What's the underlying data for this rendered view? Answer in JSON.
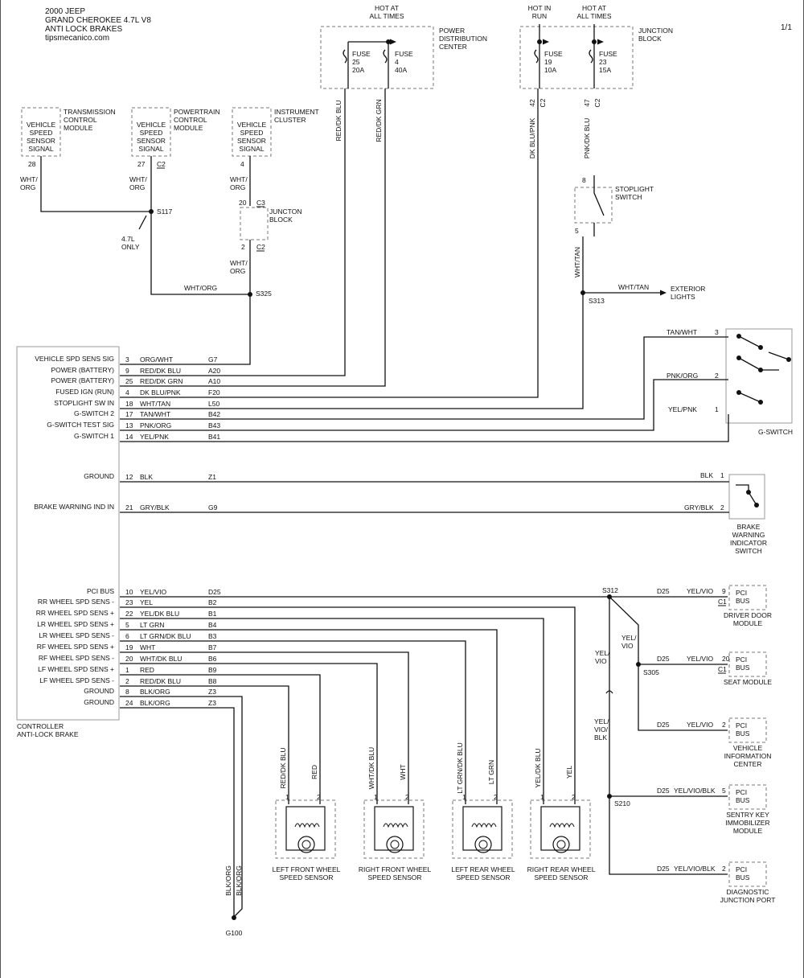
{
  "header": {
    "line1": "2000 JEEP",
    "line2": "GRAND CHEROKEE  4.7L  V8",
    "line3": "ANTI LOCK BRAKES",
    "site": "tipsmecanico.com",
    "page": "1/1"
  },
  "power": {
    "pdc_hot": [
      "HOT AT",
      "ALL TIMES"
    ],
    "pdc_name": [
      "POWER",
      "DISTRIBUTION",
      "CENTER"
    ],
    "fuse25": [
      "FUSE",
      "25",
      "20A"
    ],
    "fuse4": [
      "FUSE",
      "4",
      "40A"
    ],
    "jb_hot_run": [
      "HOT IN",
      "RUN"
    ],
    "jb_hot_all": [
      "HOT AT",
      "ALL TIMES"
    ],
    "jb_name": [
      "JUNCTION",
      "BLOCK"
    ],
    "fuse19": [
      "FUSE",
      "19",
      "10A"
    ],
    "fuse23": [
      "FUSE",
      "23",
      "15A"
    ],
    "pin42": "42",
    "pin47": "47",
    "c2": "C2",
    "wire_red_dkblu": "RED/DK BLU",
    "wire_red_dkgrn": "RED/DK GRN",
    "wire_dkblu_pnk": "DK BLU/PNK",
    "wire_pnk_dkblu": "PNK/DK BLU"
  },
  "vss": {
    "tcm": {
      "box": [
        "VEHICLE",
        "SPEED",
        "SENSOR",
        "SIGNAL"
      ],
      "name": [
        "TRANSMISSION",
        "CONTROL",
        "MODULE"
      ],
      "pin": "28",
      "wire": [
        "WHT/",
        "ORG"
      ]
    },
    "pcm": {
      "box": [
        "VEHICLE",
        "SPEED",
        "SENSOR",
        "SIGNAL"
      ],
      "name": [
        "POWERTRAIN",
        "CONTROL",
        "MODULE"
      ],
      "pin": "27",
      "conn": "C2",
      "wire": [
        "WHT/",
        "ORG"
      ]
    },
    "ic": {
      "box": [
        "VEHICLE",
        "SPEED",
        "SENSOR",
        "SIGNAL"
      ],
      "name": [
        "INSTRUMENT",
        "CLUSTER"
      ],
      "pin": "4",
      "wire": [
        "WHT/",
        "ORG"
      ]
    },
    "s117": "S117",
    "only": [
      "4.7L",
      "ONLY"
    ],
    "jb": {
      "name": [
        "JUNCTON",
        "BLOCK"
      ],
      "pin_top": "20",
      "c3": "C3",
      "pin_bot": "2",
      "c2": "C2",
      "wire": [
        "WHT/",
        "ORG"
      ]
    },
    "wht_org": "WHT/ORG",
    "s325": "S325"
  },
  "stoplight": {
    "pin8": "8",
    "pin5": "5",
    "name": [
      "STOPLIGHT",
      "SWITCH"
    ],
    "wire": "WHT/TAN",
    "s313": "S313",
    "ext_wire": "WHT/TAN",
    "ext": [
      "EXTERIOR",
      "LIGHTS"
    ]
  },
  "controller": {
    "name": [
      "CONTROLLER",
      "ANTI-LOCK BRAKE"
    ],
    "rows": [
      {
        "label": "VEHICLE SPD SENS SIG",
        "pin": "3",
        "wire": "ORG/WHT",
        "circ": "G7"
      },
      {
        "label": "POWER (BATTERY)",
        "pin": "9",
        "wire": "RED/DK BLU",
        "circ": "A20"
      },
      {
        "label": "POWER (BATTERY)",
        "pin": "25",
        "wire": "RED/DK GRN",
        "circ": "A10"
      },
      {
        "label": "FUSED IGN (RUN)",
        "pin": "4",
        "wire": "DK BLU/PNK",
        "circ": "F20"
      },
      {
        "label": "STOPLIGHT SW IN",
        "pin": "18",
        "wire": "WHT/TAN",
        "circ": "L50"
      },
      {
        "label": "G-SWITCH 2",
        "pin": "17",
        "wire": "TAN/WHT",
        "circ": "B42"
      },
      {
        "label": "G-SWITCH TEST SIG",
        "pin": "13",
        "wire": "PNK/ORG",
        "circ": "B43"
      },
      {
        "label": "G-SWITCH 1",
        "pin": "14",
        "wire": "YEL/PNK",
        "circ": "B41"
      },
      {
        "label": "GROUND",
        "pin": "12",
        "wire": "BLK",
        "circ": "Z1"
      },
      {
        "label": "BRAKE WARNING IND IN",
        "pin": "21",
        "wire": "GRY/BLK",
        "circ": "G9"
      },
      {
        "label": "PCI BUS",
        "pin": "10",
        "wire": "YEL/VIO",
        "circ": "D25"
      },
      {
        "label": "RR WHEEL SPD SENS -",
        "pin": "23",
        "wire": "YEL",
        "circ": "B2"
      },
      {
        "label": "RR WHEEL SPD SENS +",
        "pin": "22",
        "wire": "YEL/DK BLU",
        "circ": "B1"
      },
      {
        "label": "LR WHEEL SPD SENS +",
        "pin": "5",
        "wire": "LT GRN",
        "circ": "B4"
      },
      {
        "label": "LR WHEEL SPD SENS -",
        "pin": "6",
        "wire": "LT GRN/DK BLU",
        "circ": "B3"
      },
      {
        "label": "RF WHEEL SPD SENS +",
        "pin": "19",
        "wire": "WHT",
        "circ": "B7"
      },
      {
        "label": "RF WHEEL SPD SENS -",
        "pin": "20",
        "wire": "WHT/DK BLU",
        "circ": "B6"
      },
      {
        "label": "LF WHEEL SPD SENS +",
        "pin": "1",
        "wire": "RED",
        "circ": "B9"
      },
      {
        "label": "LF WHEEL SPD SENS -",
        "pin": "2",
        "wire": "RED/DK BLU",
        "circ": "B8"
      },
      {
        "label": "GROUND",
        "pin": "8",
        "wire": "BLK/ORG",
        "circ": "Z3"
      },
      {
        "label": "GROUND",
        "pin": "24",
        "wire": "BLK/ORG",
        "circ": "Z3"
      }
    ]
  },
  "gswitch": {
    "name": "G-SWITCH",
    "w3": "TAN/WHT",
    "p3": "3",
    "w2": "PNK/ORG",
    "p2": "2",
    "w1": "YEL/PNK",
    "p1": "1"
  },
  "bwis": {
    "name": [
      "BRAKE",
      "WARNING",
      "INDICATOR",
      "SWITCH"
    ],
    "w1": "BLK",
    "p1": "1",
    "w2": "GRY/BLK",
    "p2": "2"
  },
  "pci": {
    "s312": "S312",
    "s305": "S305",
    "s210": "S210",
    "yel_vio_a": [
      "YEL/",
      "VIO"
    ],
    "yel_vio_b": [
      "YEL/",
      "VIO"
    ],
    "yel_vio_blk": [
      "YEL/",
      "VIO/",
      "BLK"
    ],
    "dd": {
      "circ": "D25",
      "wire": "YEL/VIO",
      "pin": "9",
      "box": [
        "PCI",
        "BUS"
      ],
      "conn": "C1",
      "name": [
        "DRIVER DOOR",
        "MODULE"
      ]
    },
    "seat": {
      "circ": "D25",
      "wire": "YEL/VIO",
      "pin": "20",
      "box": [
        "PCI",
        "BUS"
      ],
      "conn": "C1",
      "name": [
        "SEAT MODULE"
      ]
    },
    "vic": {
      "circ": "D25",
      "wire": "YEL/VIO",
      "pin": "2",
      "box": [
        "PCI",
        "BUS"
      ],
      "name": [
        "VEHICLE",
        "INFORMATION",
        "CENTER"
      ]
    },
    "skim": {
      "circ": "D25",
      "wire": "YEL/VIO/BLK",
      "pin": "5",
      "box": [
        "PCI",
        "BUS"
      ],
      "name": [
        "SENTRY KEY",
        "IMMOBILIZER",
        "MODULE"
      ]
    },
    "djp": {
      "circ": "D25",
      "wire": "YEL/VIO/BLK",
      "pin": "2",
      "box": [
        "PCI",
        "BUS"
      ],
      "name": [
        "DIAGNOSTIC",
        "JUNCTION PORT"
      ]
    }
  },
  "sensors": [
    {
      "w1": "RED/DK BLU",
      "w2": "RED",
      "p1": "1",
      "p2": "2",
      "name": [
        "LEFT FRONT WHEEL",
        "SPEED SENSOR"
      ]
    },
    {
      "w1": "WHT/DK BLU",
      "w2": "WHT",
      "p1": "1",
      "p2": "2",
      "name": [
        "RIGHT FRONT WHEEL",
        "SPEED SENSOR"
      ]
    },
    {
      "w1": "LT GRN/DK BLU",
      "w2": "LT GRN",
      "p1": "1",
      "p2": "2",
      "name": [
        "LEFT REAR WHEEL",
        "SPEED SENSOR"
      ]
    },
    {
      "w1": "YEL/DK BLU",
      "w2": "YEL",
      "p1": "1",
      "p2": "2",
      "name": [
        "RIGHT REAR WHEEL",
        "SPEED SENSOR"
      ]
    }
  ],
  "ground": {
    "w1": "BLK/ORG",
    "w2": "BLK/ORG",
    "name": "G100"
  }
}
